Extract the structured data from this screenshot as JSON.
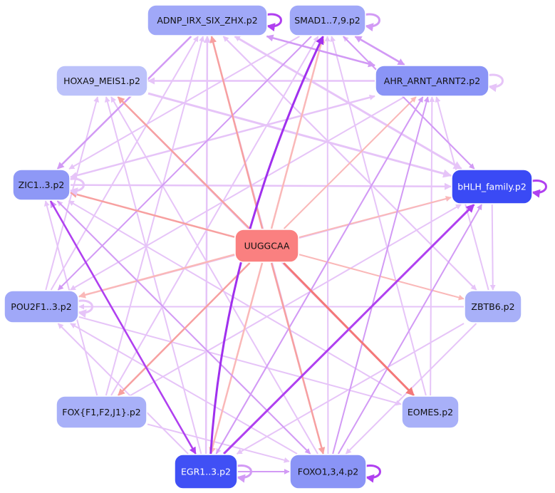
{
  "nodes": [
    {
      "id": "adnp",
      "label": "ADNP_IRX_SIX_ZHX.p2",
      "fill": "#a0a8f8",
      "text_color": "#111111"
    },
    {
      "id": "smad",
      "label": "SMAD1..7,9.p2",
      "fill": "#a0a8f8",
      "text_color": "#111111"
    },
    {
      "id": "hoxa9",
      "label": "HOXA9_MEIS1.p2",
      "fill": "#bcc2fa",
      "text_color": "#111111"
    },
    {
      "id": "ahr",
      "label": "AHR_ARNT_ARNT2.p2",
      "fill": "#8a94f6",
      "text_color": "#111111"
    },
    {
      "id": "zic",
      "label": "ZIC1..3.p2",
      "fill": "#8e98f6",
      "text_color": "#111111"
    },
    {
      "id": "bhlh",
      "label": "bHLH_family.p2",
      "fill": "#3a4af5",
      "text_color": "#ffffff"
    },
    {
      "id": "uuggcaa",
      "label": "UUGGCAA",
      "fill": "#fa8080",
      "text_color": "#111111"
    },
    {
      "id": "pou2f",
      "label": "POU2F1..3.p2",
      "fill": "#a0a8f8",
      "text_color": "#111111"
    },
    {
      "id": "zbtb6",
      "label": "ZBTB6.p2",
      "fill": "#a8b0f8",
      "text_color": "#111111"
    },
    {
      "id": "fox",
      "label": "FOX{F1,F2,J1}.p2",
      "fill": "#a8b0f8",
      "text_color": "#111111"
    },
    {
      "id": "eomes",
      "label": "EOMES.p2",
      "fill": "#a8b0f8",
      "text_color": "#111111"
    },
    {
      "id": "egr",
      "label": "EGR1..3.p2",
      "fill": "#4050f5",
      "text_color": "#ffffff"
    },
    {
      "id": "foxo",
      "label": "FOXO1,3,4.p2",
      "fill": "#8a94f6",
      "text_color": "#111111"
    }
  ],
  "edge_colors": {
    "light_purple": "#e6c4f8",
    "mid_purple": "#d29af5",
    "strong_purple": "#b040f0",
    "deep_purple": "#a030ee",
    "light_red": "#fab8b8",
    "mid_red": "#f7a0a0",
    "strong_red": "#f47878"
  },
  "edges": [
    {
      "from": "uuggcaa",
      "to": "hoxa9",
      "color": "mid_red",
      "weight": 2.5
    },
    {
      "from": "uuggcaa",
      "to": "zic",
      "color": "mid_red",
      "weight": 2.5
    },
    {
      "from": "uuggcaa",
      "to": "pou2f",
      "color": "light_red",
      "weight": 2.5
    },
    {
      "from": "uuggcaa",
      "to": "fox",
      "color": "mid_red",
      "weight": 2.5
    },
    {
      "from": "uuggcaa",
      "to": "egr",
      "color": "light_red",
      "weight": 2.5
    },
    {
      "from": "uuggcaa",
      "to": "foxo",
      "color": "mid_red",
      "weight": 2.5
    },
    {
      "from": "uuggcaa",
      "to": "eomes",
      "color": "strong_red",
      "weight": 3
    },
    {
      "from": "uuggcaa",
      "to": "zbtb6",
      "color": "light_red",
      "weight": 2
    },
    {
      "from": "uuggcaa",
      "to": "bhlh",
      "color": "light_red",
      "weight": 2
    },
    {
      "from": "uuggcaa",
      "to": "ahr",
      "color": "light_red",
      "weight": 2
    },
    {
      "from": "uuggcaa",
      "to": "smad",
      "color": "light_red",
      "weight": 2.5
    },
    {
      "from": "uuggcaa",
      "to": "adnp",
      "color": "mid_red",
      "weight": 2.5
    },
    {
      "from": "egr",
      "to": "bhlh",
      "color": "strong_purple",
      "weight": 3
    },
    {
      "from": "egr",
      "to": "smad",
      "color": "deep_purple",
      "weight": 3
    },
    {
      "from": "egr",
      "to": "zic",
      "color": "mid_purple",
      "weight": 2.5
    },
    {
      "from": "egr",
      "to": "adnp",
      "color": "light_purple",
      "weight": 2.5
    },
    {
      "from": "egr",
      "to": "ahr",
      "color": "mid_purple",
      "weight": 2
    },
    {
      "from": "egr",
      "to": "pou2f",
      "color": "light_purple",
      "weight": 2
    },
    {
      "from": "egr",
      "to": "foxo",
      "color": "mid_purple",
      "weight": 2
    },
    {
      "from": "egr",
      "to": "hoxa9",
      "color": "light_purple",
      "weight": 2
    },
    {
      "from": "foxo",
      "to": "bhlh",
      "color": "mid_purple",
      "weight": 2
    },
    {
      "from": "foxo",
      "to": "ahr",
      "color": "mid_purple",
      "weight": 2
    },
    {
      "from": "foxo",
      "to": "smad",
      "color": "light_purple",
      "weight": 2
    },
    {
      "from": "foxo",
      "to": "adnp",
      "color": "light_purple",
      "weight": 2
    },
    {
      "from": "foxo",
      "to": "zic",
      "color": "light_purple",
      "weight": 2
    },
    {
      "from": "foxo",
      "to": "pou2f",
      "color": "light_purple",
      "weight": 2
    },
    {
      "from": "foxo",
      "to": "hoxa9",
      "color": "light_purple",
      "weight": 2
    },
    {
      "from": "ahr",
      "to": "adnp",
      "color": "mid_purple",
      "weight": 2.5
    },
    {
      "from": "ahr",
      "to": "smad",
      "color": "mid_purple",
      "weight": 2.5
    },
    {
      "from": "ahr",
      "to": "hoxa9",
      "color": "light_purple",
      "weight": 2.5
    },
    {
      "from": "ahr",
      "to": "zic",
      "color": "light_purple",
      "weight": 2.5
    },
    {
      "from": "ahr",
      "to": "pou2f",
      "color": "light_purple",
      "weight": 2
    },
    {
      "from": "ahr",
      "to": "egr",
      "color": "light_purple",
      "weight": 2
    },
    {
      "from": "smad",
      "to": "bhlh",
      "color": "mid_purple",
      "weight": 2
    },
    {
      "from": "smad",
      "to": "ahr",
      "color": "mid_purple",
      "weight": 2.5
    },
    {
      "from": "smad",
      "to": "pou2f",
      "color": "mid_purple",
      "weight": 2
    },
    {
      "from": "smad",
      "to": "zic",
      "color": "light_purple",
      "weight": 2
    },
    {
      "from": "adnp",
      "to": "bhlh",
      "color": "light_purple",
      "weight": 3
    },
    {
      "from": "adnp",
      "to": "zic",
      "color": "mid_purple",
      "weight": 2.5
    },
    {
      "from": "adnp",
      "to": "ahr",
      "color": "mid_purple",
      "weight": 2.5
    },
    {
      "from": "adnp",
      "to": "zbtb6",
      "color": "light_purple",
      "weight": 2
    },
    {
      "from": "hoxa9",
      "to": "bhlh",
      "color": "light_purple",
      "weight": 3
    },
    {
      "from": "hoxa9",
      "to": "eomes",
      "color": "light_purple",
      "weight": 2
    },
    {
      "from": "zic",
      "to": "bhlh",
      "color": "light_purple",
      "weight": 2.5
    },
    {
      "from": "zic",
      "to": "egr",
      "color": "strong_purple",
      "weight": 2.5
    },
    {
      "from": "zic",
      "to": "foxo",
      "color": "mid_purple",
      "weight": 2
    },
    {
      "from": "zic",
      "to": "ahr",
      "color": "light_purple",
      "weight": 2
    },
    {
      "from": "pou2f",
      "to": "bhlh",
      "color": "light_purple",
      "weight": 2
    },
    {
      "from": "pou2f",
      "to": "hoxa9",
      "color": "light_purple",
      "weight": 2
    },
    {
      "from": "pou2f",
      "to": "eomes",
      "color": "light_purple",
      "weight": 2
    },
    {
      "from": "pou2f",
      "to": "adnp",
      "color": "light_purple",
      "weight": 2
    },
    {
      "from": "fox",
      "to": "zic",
      "color": "light_purple",
      "weight": 2
    },
    {
      "from": "fox",
      "to": "foxo",
      "color": "light_purple",
      "weight": 2
    },
    {
      "from": "fox",
      "to": "adnp",
      "color": "light_purple",
      "weight": 2
    },
    {
      "from": "fox",
      "to": "bhlh",
      "color": "light_purple",
      "weight": 2
    },
    {
      "from": "fox",
      "to": "smad",
      "color": "light_purple",
      "weight": 2
    },
    {
      "from": "zbtb6",
      "to": "pou2f",
      "color": "light_purple",
      "weight": 2
    },
    {
      "from": "zbtb6",
      "to": "foxo",
      "color": "light_purple",
      "weight": 2
    },
    {
      "from": "zbtb6",
      "to": "ahr",
      "color": "light_purple",
      "weight": 2
    },
    {
      "from": "zbtb6",
      "to": "adnp",
      "color": "light_purple",
      "weight": 2
    },
    {
      "from": "zbtb6",
      "to": "egr",
      "color": "light_purple",
      "weight": 2
    },
    {
      "from": "eomes",
      "to": "ahr",
      "color": "light_purple",
      "weight": 2
    },
    {
      "from": "eomes",
      "to": "smad",
      "color": "light_purple",
      "weight": 2
    },
    {
      "from": "eomes",
      "to": "zic",
      "color": "light_purple",
      "weight": 2
    },
    {
      "from": "bhlh",
      "to": "zbtb6",
      "color": "light_purple",
      "weight": 2
    },
    {
      "from": "bhlh",
      "to": "adnp",
      "color": "light_purple",
      "weight": 2
    },
    {
      "from": "bhlh",
      "to": "smad",
      "color": "light_purple",
      "weight": 2
    }
  ],
  "self_loops": [
    {
      "node": "adnp",
      "side": "right",
      "color": "strong_purple"
    },
    {
      "node": "smad",
      "side": "right",
      "color": "mid_purple"
    },
    {
      "node": "ahr",
      "side": "right",
      "color": "light_purple"
    },
    {
      "node": "zic",
      "side": "right",
      "color": "light_purple"
    },
    {
      "node": "bhlh",
      "side": "right",
      "color": "strong_purple"
    },
    {
      "node": "pou2f",
      "side": "right",
      "color": "light_purple"
    },
    {
      "node": "egr",
      "side": "right",
      "color": "mid_purple"
    },
    {
      "node": "foxo",
      "side": "right",
      "color": "strong_purple"
    }
  ]
}
